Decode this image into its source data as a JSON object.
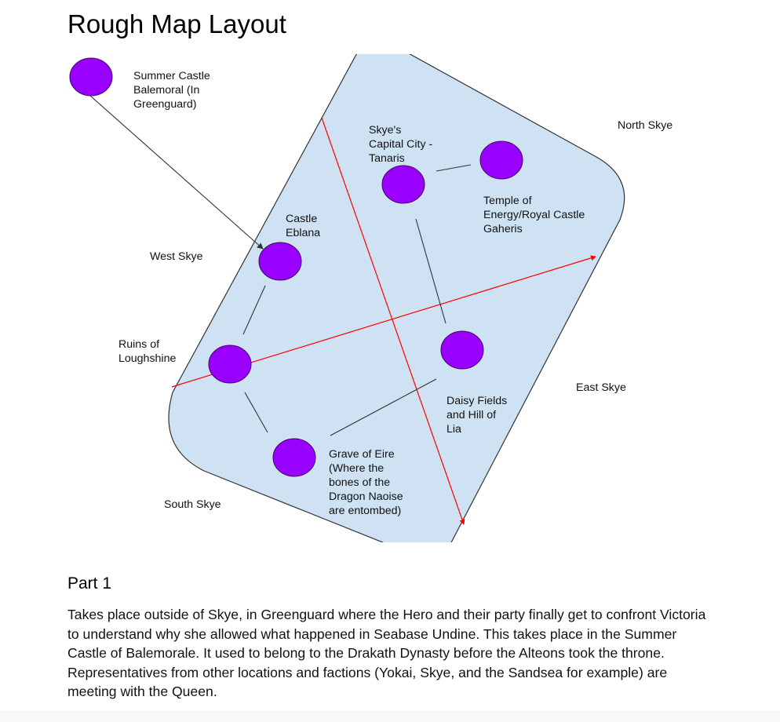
{
  "document": {
    "title": "Rough Map Layout",
    "section_heading": "Part 1",
    "section_body": "Takes place outside of Skye, in Greenguard where the Hero and their party finally get to confront Victoria to understand why she allowed what happened in Seabase Undine. This takes place in the Summer Castle of Balemorale. It used to belong to the Drakath Dynasty before the Alteons took the throne. Representatives from other locations and factions (Yokai, Skye, and the Sandsea for example) are meeting with the Queen."
  },
  "map": {
    "colors": {
      "region_fill": "#cfe2f3",
      "region_stroke": "#333333",
      "location_fill": "#9900ff",
      "location_stroke": "#3d0a5c",
      "connector": "#333333",
      "compass_line": "#ff0000"
    },
    "regions": {
      "north": "North Skye",
      "west": "West Skye",
      "east": "East Skye",
      "south": "South Skye"
    },
    "locations": {
      "summer_castle": "Summer Castle\nBalemoral (In\nGreenguard)",
      "capital": "Skye's\nCapital City -\nTanaris",
      "temple": "Temple of\nEnergy/Royal Castle\nGaheris",
      "eblana": "Castle\nEblana",
      "loughshine": "Ruins of\nLoughshine",
      "daisy": "Daisy Fields\nand Hill of\nLia",
      "grave": "Grave of Eire\n(Where the\nbones of the\nDragon Naoise\nare entombed)"
    }
  }
}
